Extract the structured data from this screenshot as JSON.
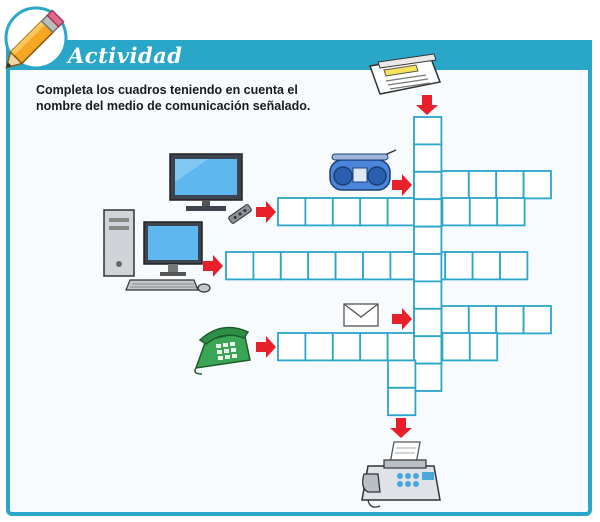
{
  "header": {
    "title": "Actividad",
    "accent_color": "#2aa6c9"
  },
  "instructions": {
    "line1": "Completa los cuadros teniendo en cuenta el",
    "line2": "nombre del medio de comunicación señalado."
  },
  "crossword": {
    "cell_color": "#2aa6c9",
    "arrow_color": "#e8202a",
    "clues": [
      {
        "icon": "newspaper-icon",
        "direction": "down"
      },
      {
        "icon": "radio-icon",
        "direction": "across"
      },
      {
        "icon": "television-icon",
        "direction": "across"
      },
      {
        "icon": "computer-icon",
        "direction": "across"
      },
      {
        "icon": "letter-icon",
        "direction": "across"
      },
      {
        "icon": "telephone-icon",
        "direction": "across"
      },
      {
        "icon": "fax-icon",
        "direction": "down"
      }
    ]
  }
}
